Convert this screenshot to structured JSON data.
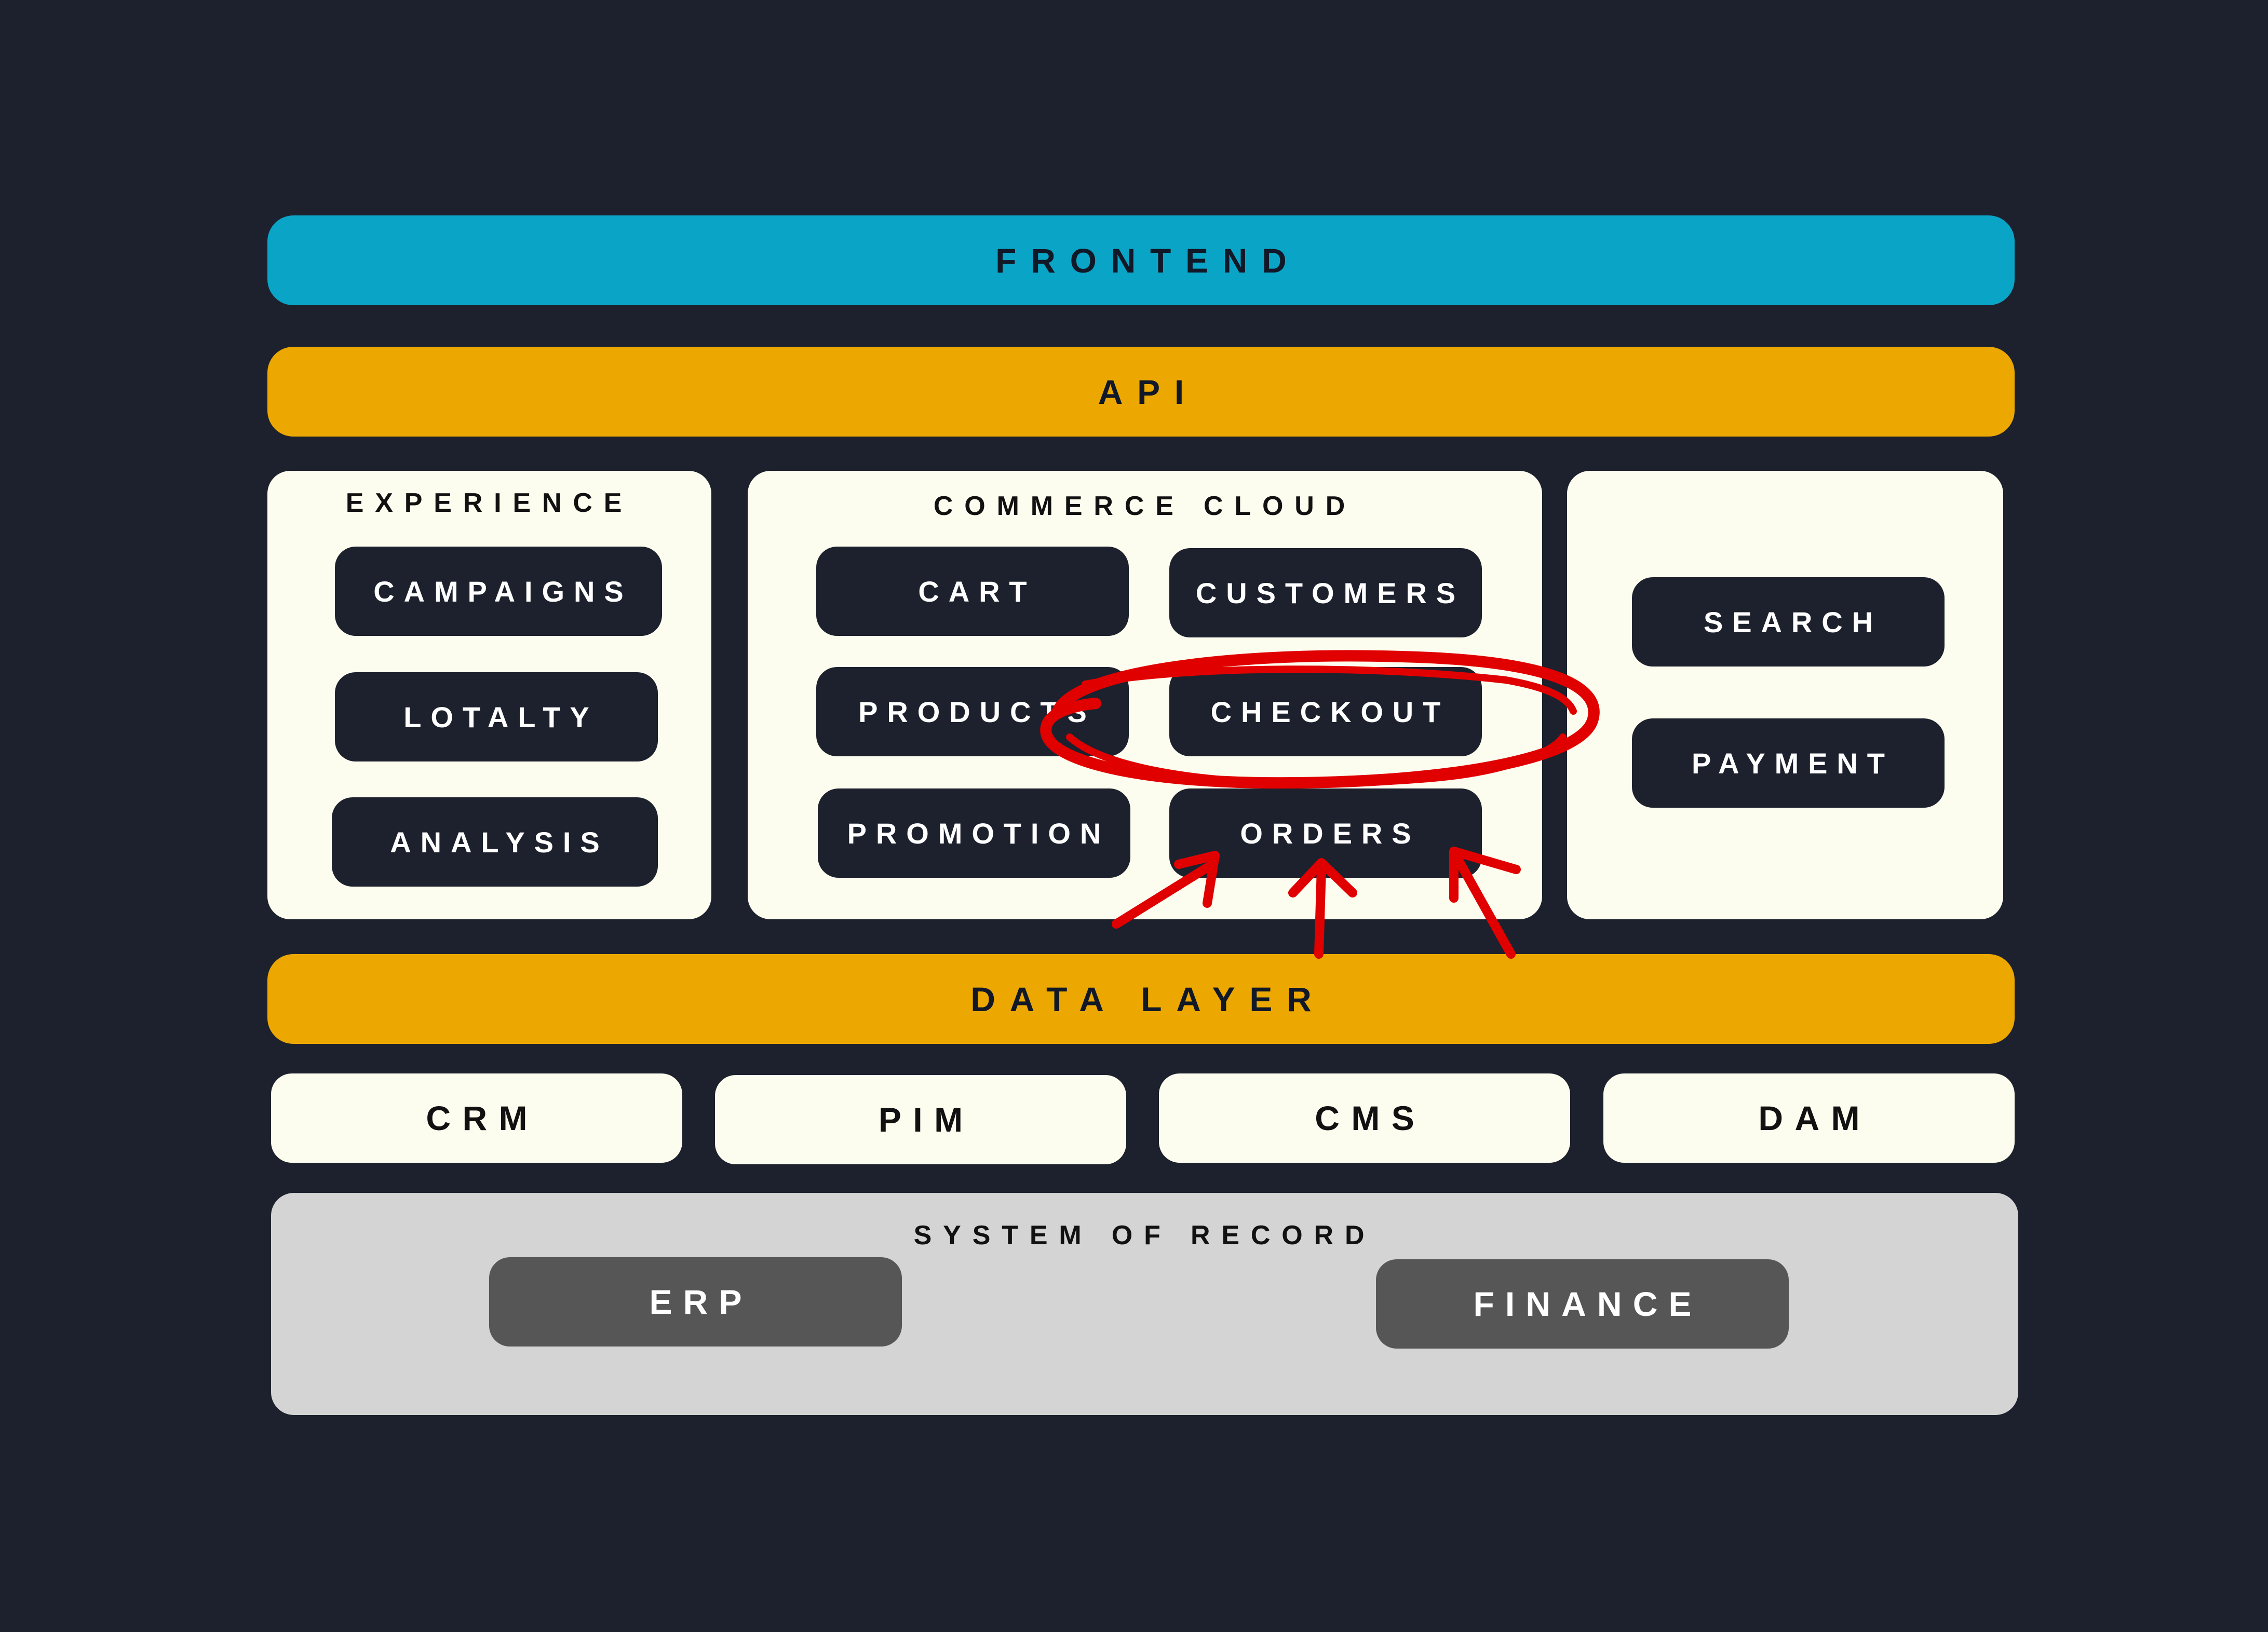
{
  "diagram": {
    "frontend": "FRONTEND",
    "api": "API",
    "experience": {
      "title": "EXPERIENCE",
      "items": [
        "CAMPAIGNS",
        "LOTALTY",
        "ANALYSIS"
      ]
    },
    "commerce_cloud": {
      "title": "COMMERCE CLOUD",
      "items": [
        "CART",
        "CUSTOMERS",
        "PRODUCTS",
        "CHECKOUT",
        "PROMOTION",
        "ORDERS"
      ]
    },
    "services": {
      "items": [
        "SEARCH",
        "PAYMENT"
      ]
    },
    "data_layer": "DATA LAYER",
    "data_sources": [
      "CRM",
      "PIM",
      "CMS",
      "DAM"
    ],
    "system_of_record": {
      "title": "SYSTEM OF RECORD",
      "items": [
        "ERP",
        "FINANCE"
      ]
    }
  },
  "colors": {
    "background": "#1c212d",
    "frontend": "#0aa5c6",
    "api_and_data_layer": "#eca800",
    "panel": "#fdfdef",
    "annotation": "#e00000"
  },
  "annotations": {
    "highlight_target": "CHECKOUT",
    "arrow_target": "ORDERS"
  }
}
